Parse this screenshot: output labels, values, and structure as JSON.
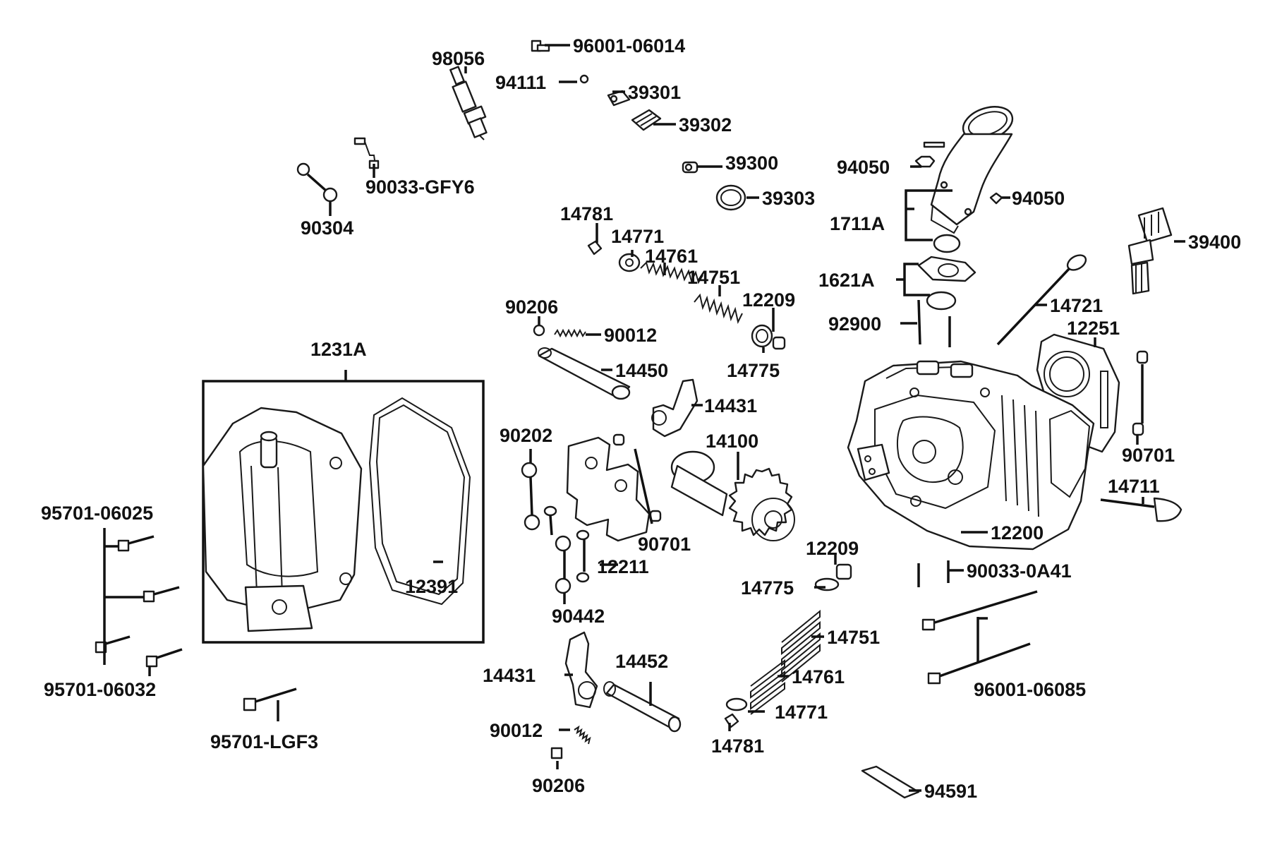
{
  "diagram": {
    "labels": {
      "p98056": "98056",
      "p96001_06014": "96001-06014",
      "p94111": "94111",
      "p39301": "39301",
      "p39302": "39302",
      "p39300": "39300",
      "p39303": "39303",
      "p90033_GFY6": "90033-GFY6",
      "p90304": "90304",
      "p94050_a": "94050",
      "p94050_b": "94050",
      "p1711A": "1711A",
      "p39400": "39400",
      "p1621A": "1621A",
      "p14721": "14721",
      "p92900": "92900",
      "p12251": "12251",
      "p14781_top": "14781",
      "p14771_top": "14771",
      "p14761_top": "14761",
      "p14751_top": "14751",
      "p12209_top": "12209",
      "p14775_top": "14775",
      "p90206_top": "90206",
      "p90012_top": "90012",
      "p14450": "14450",
      "p14431_top": "14431",
      "p1231A": "1231A",
      "p90202": "90202",
      "p14100": "14100",
      "p90701_right": "90701",
      "p90701_mid": "90701",
      "p14711": "14711",
      "p12211": "12211",
      "p12200": "12200",
      "p12209_bot": "12209",
      "p14775_bot": "14775",
      "p90033_0A41": "90033-0A41",
      "p12391": "12391",
      "p90442": "90442",
      "p95701_06025": "95701-06025",
      "p95701_06032": "95701-06032",
      "p14751_bot": "14751",
      "p14761_bot": "14761",
      "p14771_bot": "14771",
      "p14781_bot": "14781",
      "p14431_bot": "14431",
      "p14452": "14452",
      "p90012_bot": "90012",
      "p90206_bot": "90206",
      "p96001_06085": "96001-06085",
      "p95701_LGF3": "95701-LGF3",
      "p94591": "94591"
    }
  }
}
